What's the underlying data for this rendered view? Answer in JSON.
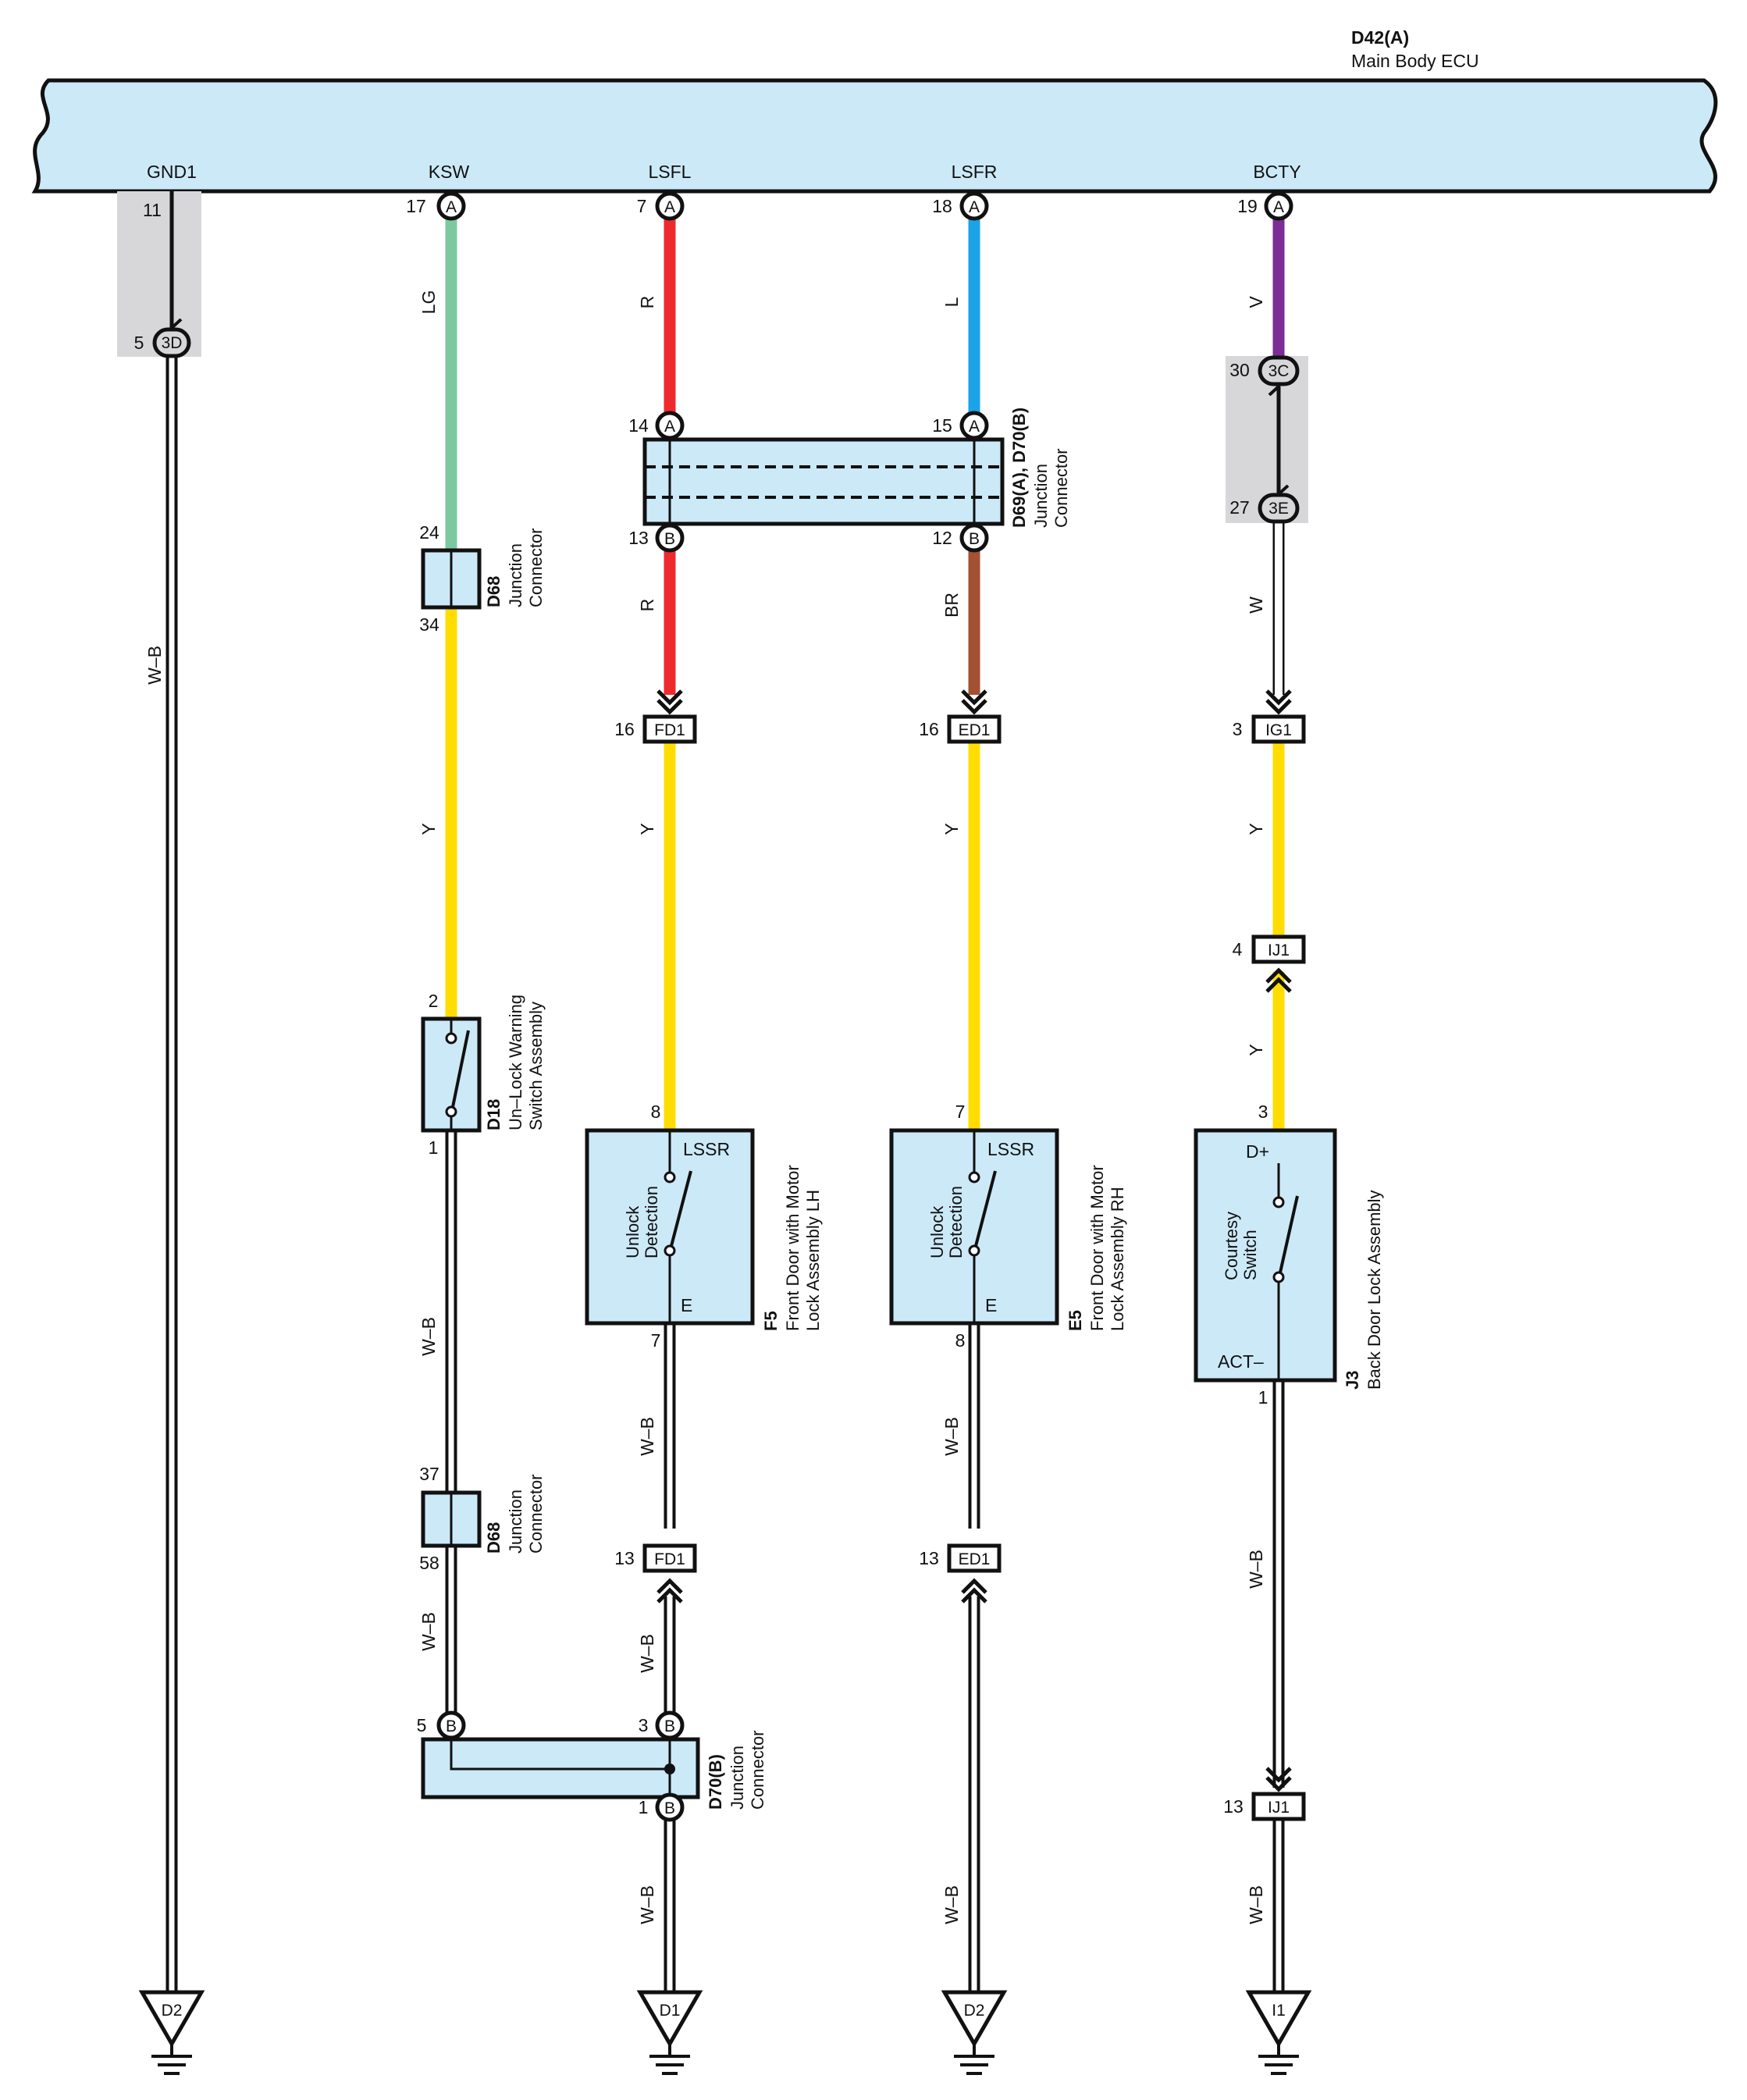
{
  "ecu": {
    "code": "D42(A)",
    "name": "Main Body ECU"
  },
  "ecu_terminals": {
    "gnd1": "GND1",
    "ksw": "KSW",
    "lsfl": "LSFL",
    "lsfr": "LSFR",
    "bcty": "BCTY"
  },
  "pins": {
    "gnd1_ecu": "11",
    "gnd1_3d": "5",
    "ksw_ecu": "17",
    "ksw_d68a_in": "24",
    "ksw_d68a_out": "34",
    "ksw_d18_in": "2",
    "ksw_d18_out": "1",
    "ksw_d68b_in": "37",
    "ksw_d68b_out": "58",
    "ksw_d70_in": "5",
    "lsfl_ecu": "7",
    "lsfl_jc_in": "14",
    "lsfl_jc_out": "13",
    "lsfl_fd1_top": "16",
    "lsfl_f5_in": "8",
    "lsfl_f5_out": "7",
    "lsfl_fd1_bot": "13",
    "lsfl_d70_in": "3",
    "lsfl_d70_out": "1",
    "lsfr_ecu": "18",
    "lsfr_jc_in": "15",
    "lsfr_jc_out": "12",
    "lsfr_ed1_top": "16",
    "lsfr_e5_in": "7",
    "lsfr_e5_out": "8",
    "lsfr_ed1_bot": "13",
    "bcty_ecu": "19",
    "bcty_3c": "30",
    "bcty_3e": "27",
    "bcty_ig1": "3",
    "bcty_ij1_top": "4",
    "bcty_j3_in": "3",
    "bcty_j3_out": "1",
    "bcty_ij1_bot": "13"
  },
  "connector_ids": {
    "a": "A",
    "b": "B",
    "c3d": "3D",
    "c3c": "3C",
    "c3e": "3E",
    "fd1": "FD1",
    "ed1": "ED1",
    "ig1": "IG1",
    "ij1": "IJ1"
  },
  "wire_labels": {
    "gnd1": "W–B",
    "ksw_upper": "LG",
    "ksw_mid": "Y",
    "ksw_lower1": "W–B",
    "ksw_lower2": "W–B",
    "lsfl_1": "R",
    "lsfl_2": "R",
    "lsfl_3": "Y",
    "lsfl_4": "W–B",
    "lsfl_5": "W–B",
    "lsfl_6": "W–B",
    "lsfr_1": "L",
    "lsfr_2": "BR",
    "lsfr_3": "Y",
    "lsfr_4": "W–B",
    "lsfr_5": "W–B",
    "bcty_1": "V",
    "bcty_2": "W",
    "bcty_3": "Y",
    "bcty_4": "Y",
    "bcty_5": "W–B",
    "bcty_6": "W–B"
  },
  "components": {
    "d68": {
      "code": "D68",
      "name_l1": "Junction",
      "name_l2": "Connector"
    },
    "d69": {
      "code": "D69(A), D70(B)",
      "name_l1": "Junction",
      "name_l2": "Connector"
    },
    "d70": {
      "code": "D70(B)",
      "name_l1": "Junction",
      "name_l2": "Connector"
    },
    "d18": {
      "code": "D18",
      "name_l1": "Un–Lock Warning",
      "name_l2": "Switch Assembly"
    },
    "f5": {
      "code": "F5",
      "name_l1": "Front Door with Motor",
      "name_l2": "Lock Assembly LH",
      "top": "LSSR",
      "bottom": "E",
      "inner_l1": "Unlock",
      "inner_l2": "Detection"
    },
    "e5": {
      "code": "E5",
      "name_l1": "Front Door with Motor",
      "name_l2": "Lock Assembly RH",
      "top": "LSSR",
      "bottom": "E",
      "inner_l1": "Unlock",
      "inner_l2": "Detection"
    },
    "j3": {
      "code": "J3",
      "name_l1": "Back Door Lock Assembly",
      "top": "D+",
      "bottom": "ACT–",
      "inner_l1": "Courtesy",
      "inner_l2": "Switch"
    }
  },
  "grounds": {
    "g1": "D2",
    "g2": "D1",
    "g3": "D2",
    "g4": "I1"
  },
  "colors": {
    "ecu_fill": "#cce9f8",
    "red": "#ee2a2e",
    "blue": "#1aa3e6",
    "yellow": "#ffdd00",
    "green": "#7cc9a0",
    "violet": "#7a2d94",
    "brown": "#a35132",
    "gray_box": "#d7d7d9"
  }
}
